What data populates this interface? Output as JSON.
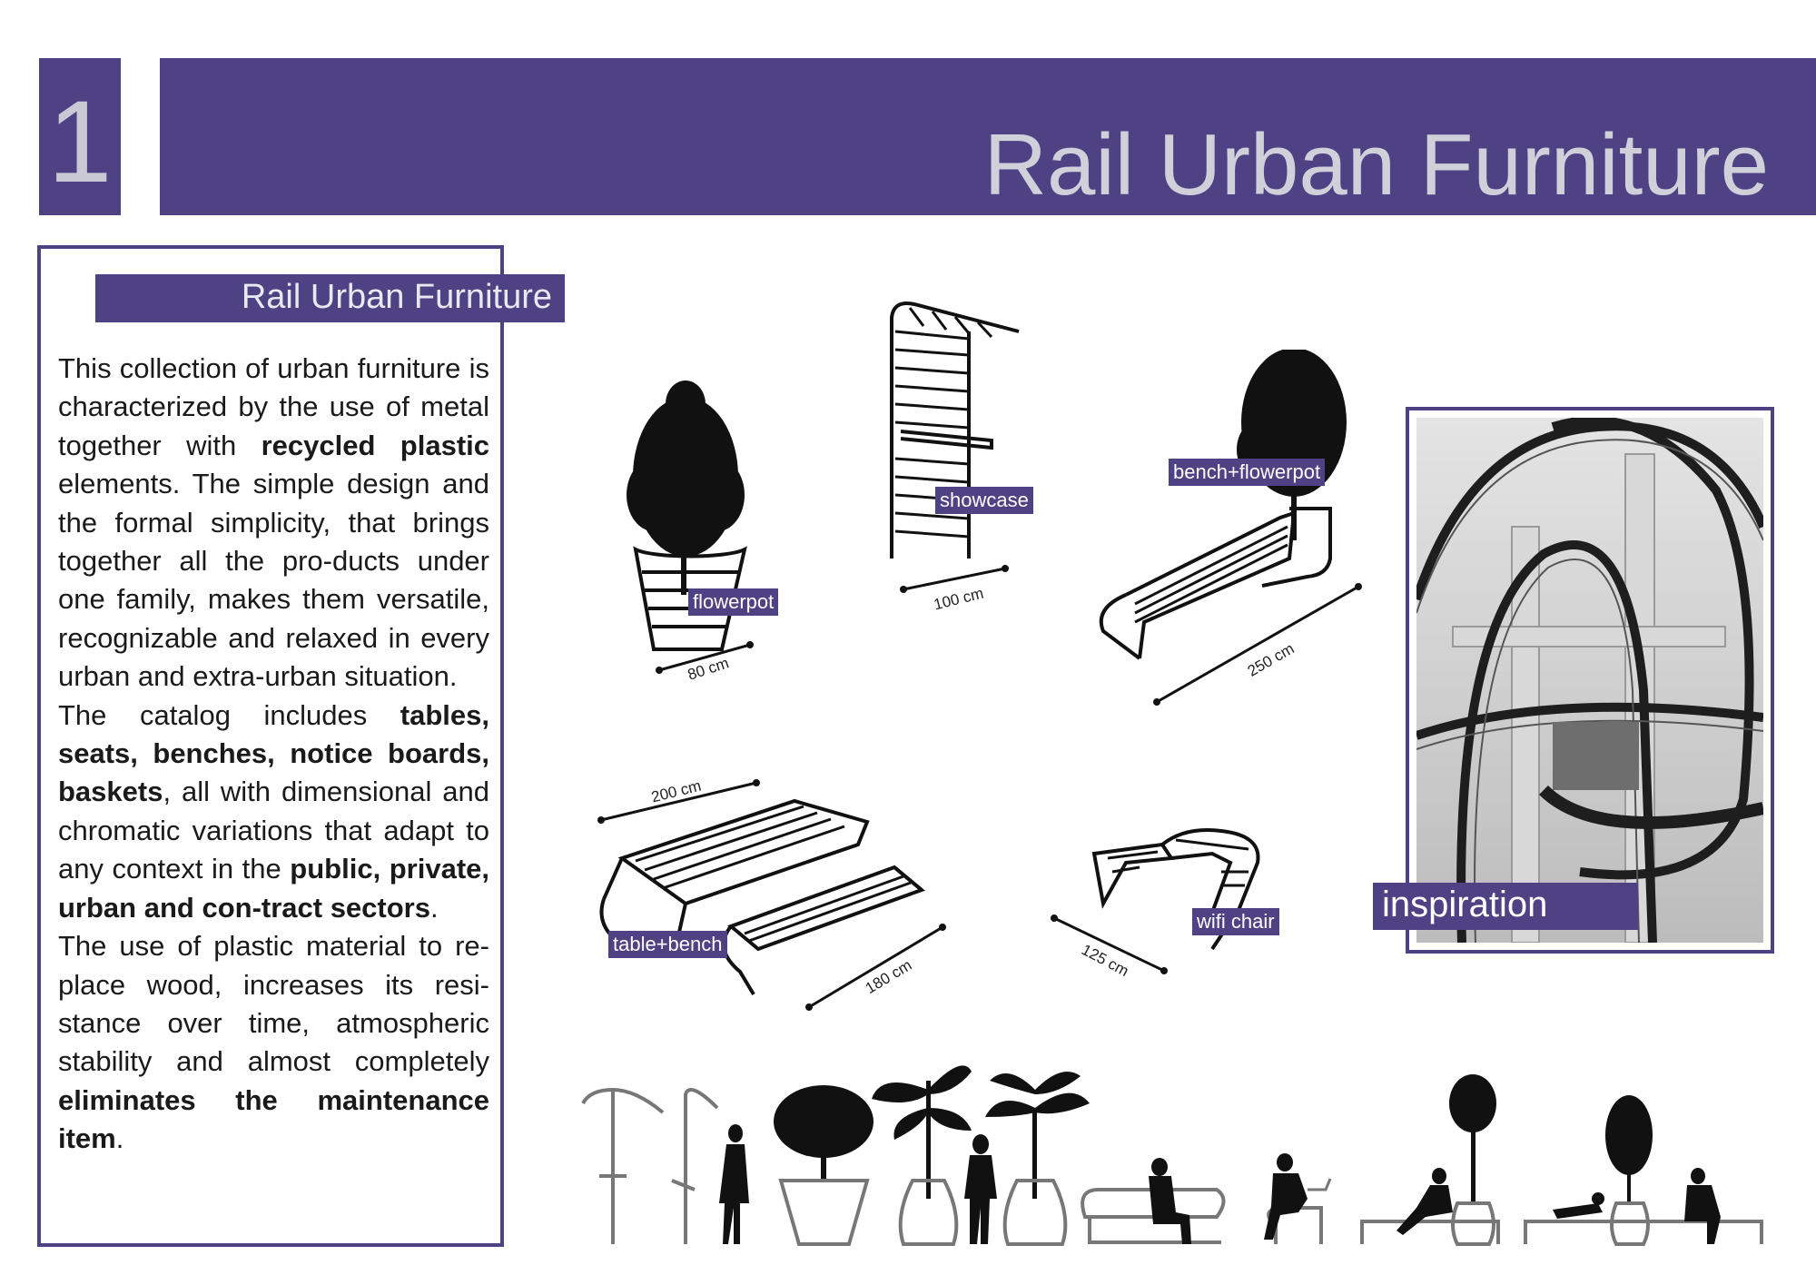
{
  "header": {
    "number": "1",
    "title": "Rail Urban Furniture"
  },
  "panel": {
    "label": "Rail Urban Furniture",
    "paragraphs": [
      [
        {
          "t": "This collection of urban furniture is characterized by the use of metal together with ",
          "b": false
        },
        {
          "t": "recycled plastic",
          "b": true
        },
        {
          "t": " elements. The simple design and the formal simplicity, that brings together all the pro-ducts under one family, makes them versatile, recognizable and relaxed in every urban and extra-urban situation.",
          "b": false
        }
      ],
      [
        {
          "t": "The catalog includes ",
          "b": false
        },
        {
          "t": "tables, seats, benches, notice boards, baskets",
          "b": true
        },
        {
          "t": ", all with dimensional and chromatic variations that adapt to any context in the ",
          "b": false
        },
        {
          "t": "public, private, urban and con-tract sectors",
          "b": true
        },
        {
          "t": ".",
          "b": false
        }
      ],
      [
        {
          "t": "The use of plastic material to re-place wood, increases its resi-stance over time, atmospheric stability and almost completely ",
          "b": false
        },
        {
          "t": "eliminates the maintenance item",
          "b": true
        },
        {
          "t": ".",
          "b": false
        }
      ]
    ]
  },
  "products": {
    "flowerpot": {
      "label": "flowerpot",
      "dimension": "80 cm"
    },
    "showcase": {
      "label": "showcase",
      "dimension": "100 cm"
    },
    "bench_flowerpot": {
      "label": "bench+flowerpot",
      "dimension": "250 cm"
    },
    "table_bench": {
      "label": "table+bench",
      "dimension_top": "200 cm",
      "dimension_bottom": "180 cm"
    },
    "wifi_chair": {
      "label": "wifi chair",
      "dimension": "125 cm"
    }
  },
  "inspiration": {
    "label": "inspiration"
  },
  "colors": {
    "accent": "#4e4184",
    "title_text": "#d0d0da"
  }
}
